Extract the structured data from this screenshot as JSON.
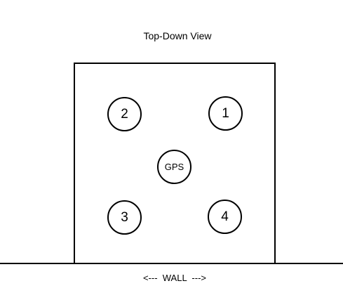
{
  "diagram": {
    "title": "Top-Down View",
    "motors": [
      {
        "label": "2"
      },
      {
        "label": "1"
      },
      {
        "label": "3"
      },
      {
        "label": "4"
      }
    ],
    "center": {
      "label": "GPS"
    },
    "wall_label": "<---  WALL  --->"
  }
}
